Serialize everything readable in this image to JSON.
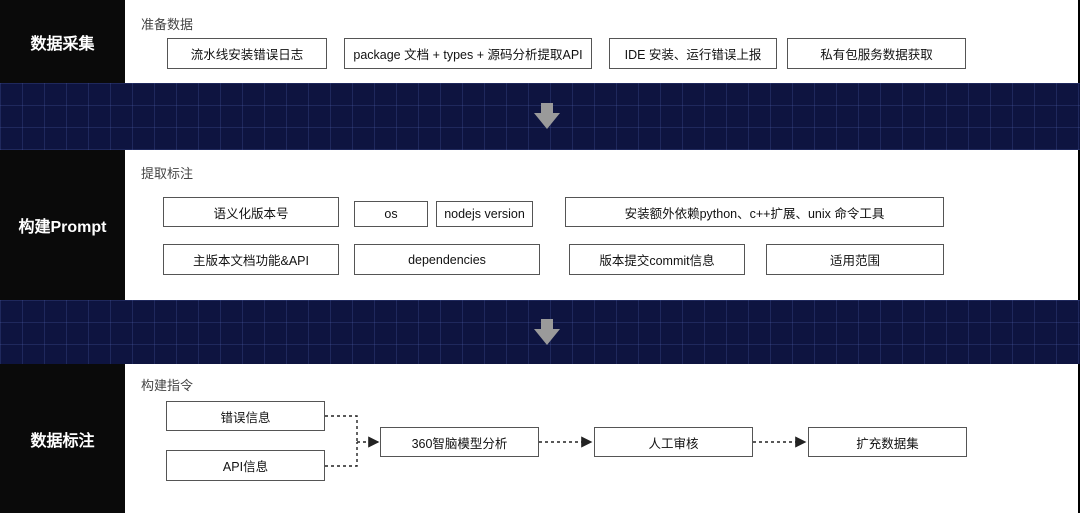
{
  "colors": {
    "band": "#0e1440",
    "sidebar": "#0a0a0a",
    "panel": "#ffffff",
    "arrow": "#9a9a9a"
  },
  "stages": {
    "collect": {
      "label": "数据采集",
      "title": "准备数据",
      "items": [
        "流水线安装错误日志",
        "package 文档 + types + 源码分析提取API",
        "IDE 安装、运行错误上报",
        "私有包服务数据获取"
      ]
    },
    "prompt": {
      "label": "构建Prompt",
      "title": "提取标注",
      "items": [
        "语义化版本号",
        "os",
        "nodejs version",
        "安装额外依赖python、c++扩展、unix  命令工具",
        "主版本文档功能&API",
        "dependencies",
        "版本提交commit信息",
        "适用范围"
      ]
    },
    "annotate": {
      "label": "数据标注",
      "title": "构建指令",
      "items": [
        "错误信息",
        "API信息",
        "360智脑模型分析",
        "人工审核",
        "扩充数据集"
      ]
    }
  },
  "icons": [
    "down-arrow-icon",
    "down-arrow-icon"
  ]
}
